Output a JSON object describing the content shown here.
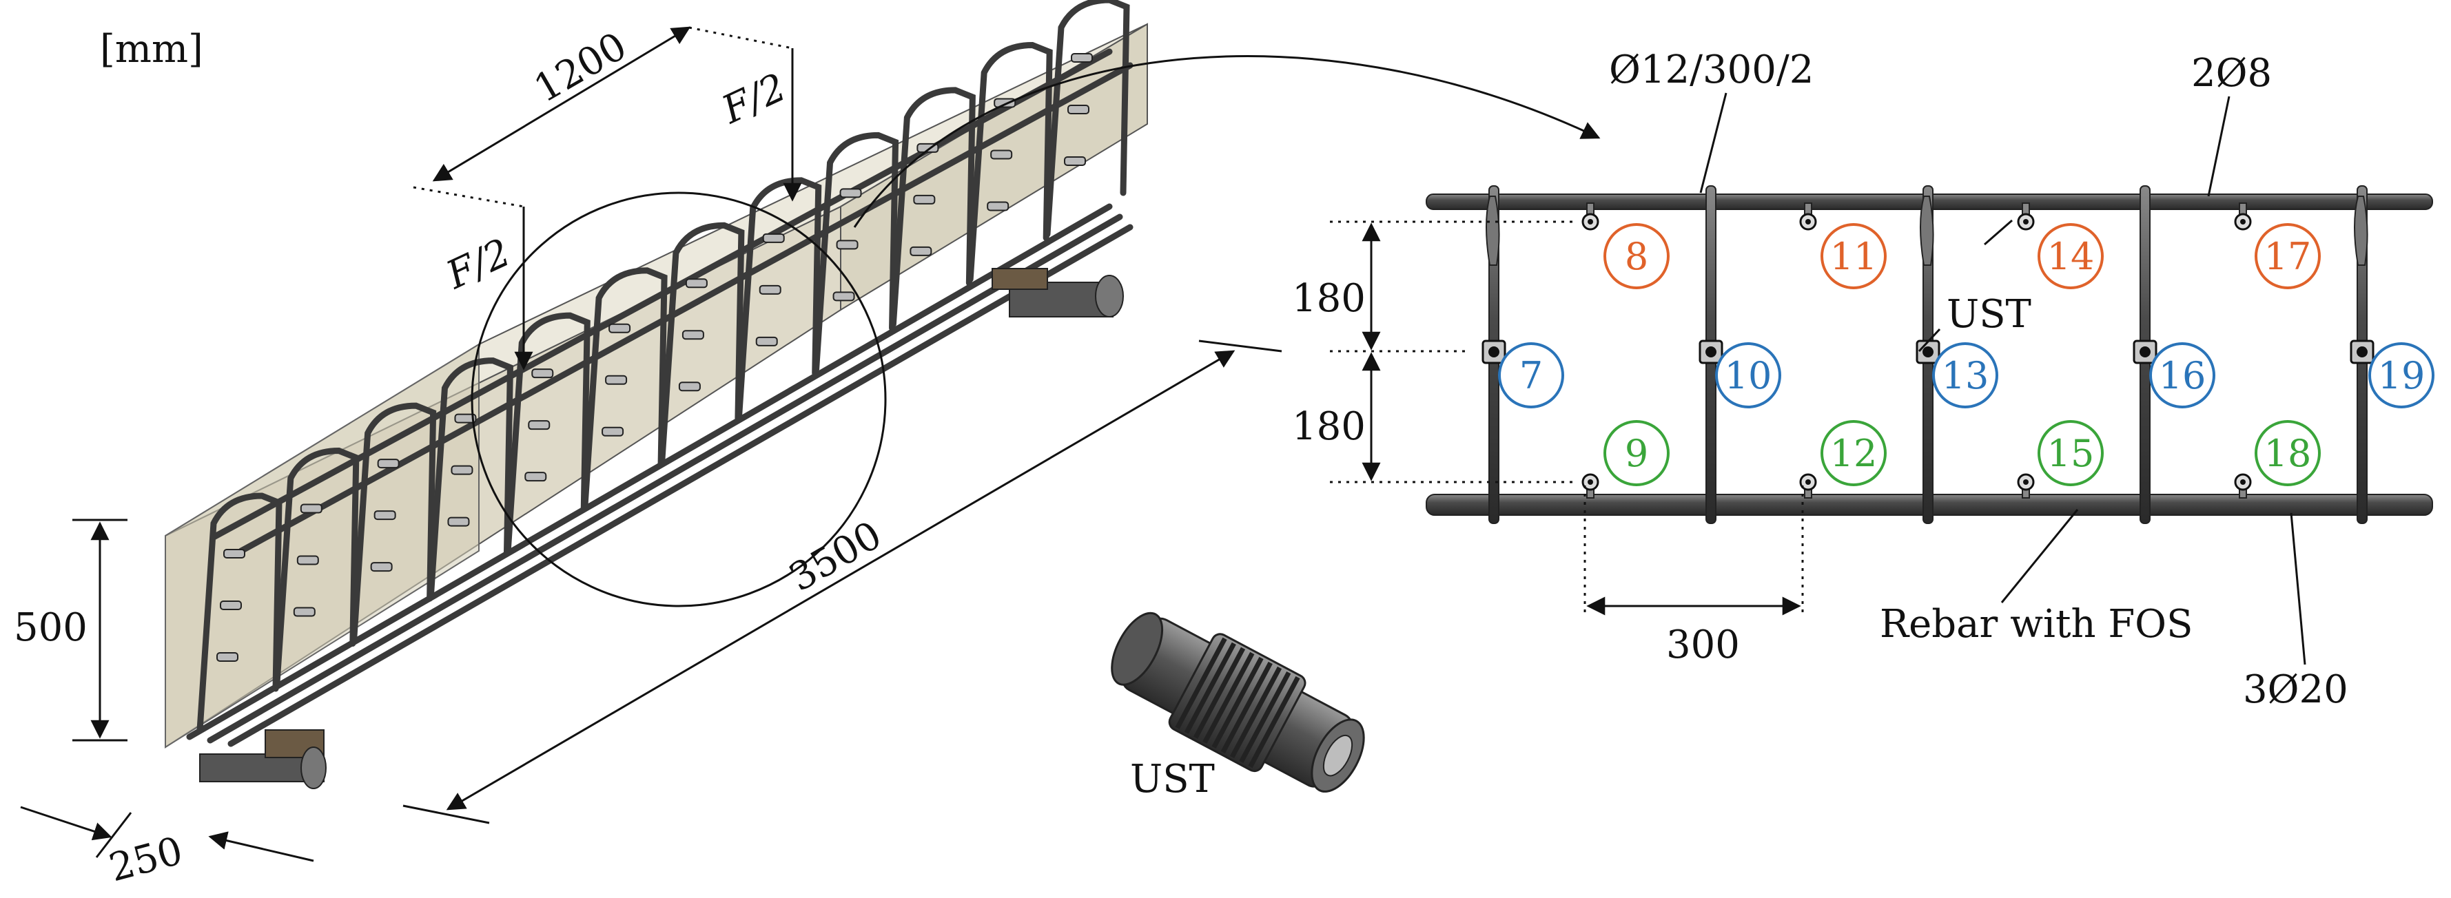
{
  "units": "[mm]",
  "beam": {
    "length": "3500",
    "height": "500",
    "width": "250",
    "load_spacing": "1200",
    "load_left": "F/2",
    "load_right": "F/2"
  },
  "detail": {
    "stirrups": "Ø12/300/2",
    "top_rebar": "2Ø8",
    "bottom_rebar": "3Ø20",
    "spacing_v1": "180",
    "spacing_v2": "180",
    "spacing_h": "300",
    "ust_label": "UST",
    "fos_label": "Rebar with FOS"
  },
  "sensor_ust_label": "UST",
  "sensors": [
    {
      "id": "8",
      "row": "top",
      "color": "#e0622a"
    },
    {
      "id": "11",
      "row": "top",
      "color": "#e0622a"
    },
    {
      "id": "14",
      "row": "top",
      "color": "#e0622a"
    },
    {
      "id": "17",
      "row": "top",
      "color": "#e0622a"
    },
    {
      "id": "7",
      "row": "mid",
      "color": "#2a74b9"
    },
    {
      "id": "10",
      "row": "mid",
      "color": "#2a74b9"
    },
    {
      "id": "13",
      "row": "mid",
      "color": "#2a74b9"
    },
    {
      "id": "16",
      "row": "mid",
      "color": "#2a74b9"
    },
    {
      "id": "19",
      "row": "mid",
      "color": "#2a74b9"
    },
    {
      "id": "9",
      "row": "bot",
      "color": "#3aa53a"
    },
    {
      "id": "12",
      "row": "bot",
      "color": "#3aa53a"
    },
    {
      "id": "15",
      "row": "bot",
      "color": "#3aa53a"
    },
    {
      "id": "18",
      "row": "bot",
      "color": "#3aa53a"
    }
  ]
}
